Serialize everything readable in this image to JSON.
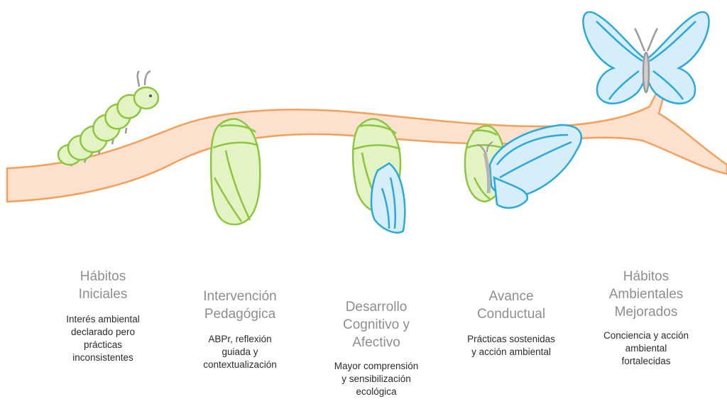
{
  "colors": {
    "branch_fill": "#fde1cf",
    "branch_stroke": "#f5a05a",
    "green_fill": "#e3f3c3",
    "green_stroke": "#8cc63f",
    "blue_fill": "#d6eef9",
    "blue_stroke": "#2ba8dc",
    "title_gray": "#8e8e8e",
    "text_dark": "#2b2b2b"
  },
  "stages": [
    {
      "title_line1": "Hábitos",
      "title_line2": "Iniciales",
      "desc": [
        "Interés ambiental",
        "declarado pero",
        "prácticas",
        "inconsistentes"
      ],
      "icon": "caterpillar-icon"
    },
    {
      "title_line1": "Intervención",
      "title_line2": "Pedagógica",
      "desc": [
        "ABPr, reflexión",
        "guiada y",
        "contextualización"
      ],
      "icon": "closed-chrysalis-icon"
    },
    {
      "title_line1": "Desarrollo",
      "title_line2": "Cognitivo y",
      "title_line3": "Afectivo",
      "desc": [
        "Mayor comprensión",
        "y sensibilización",
        "ecológica"
      ],
      "icon": "opening-chrysalis-icon"
    },
    {
      "title_line1": "Avance",
      "title_line2": "Conductual",
      "desc": [
        "Prácticas sostenidas",
        "y acción ambiental"
      ],
      "icon": "emerging-butterfly-icon"
    },
    {
      "title_line1": "Hábitos",
      "title_line2": "Ambientales",
      "title_line3": "Mejorados",
      "desc": [
        "Conciencia y acción",
        "ambiental",
        "fortalecidas"
      ],
      "icon": "butterfly-icon"
    }
  ]
}
